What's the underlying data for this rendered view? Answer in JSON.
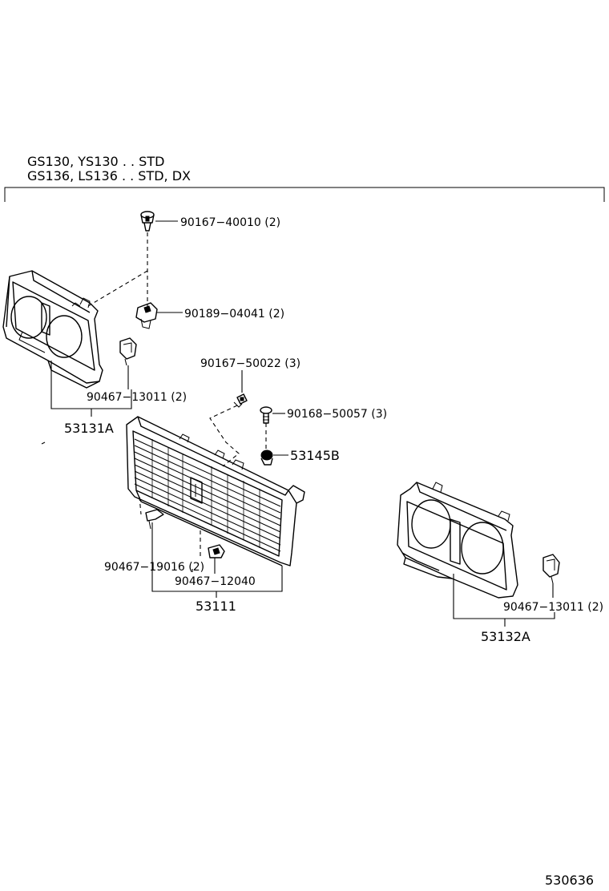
{
  "header": {
    "line1": "GS130, YS130 . . STD",
    "line2": "GS136, LS136 . . STD, DX"
  },
  "parts": {
    "p1": "90167−40010 (2)",
    "p2": "90189−04041 (2)",
    "p3": "90467−13011 (2)",
    "p4": "53131A",
    "p5": "90167−50022 (3)",
    "p6": "90168−50057 (3)",
    "p7": "53145B",
    "p8": "90467−19016 (2)",
    "p9": "90467−12040",
    "p10": "53111",
    "p11": "90467−13011 (2)",
    "p12": "53132A"
  },
  "footer": {
    "code": "530636"
  }
}
